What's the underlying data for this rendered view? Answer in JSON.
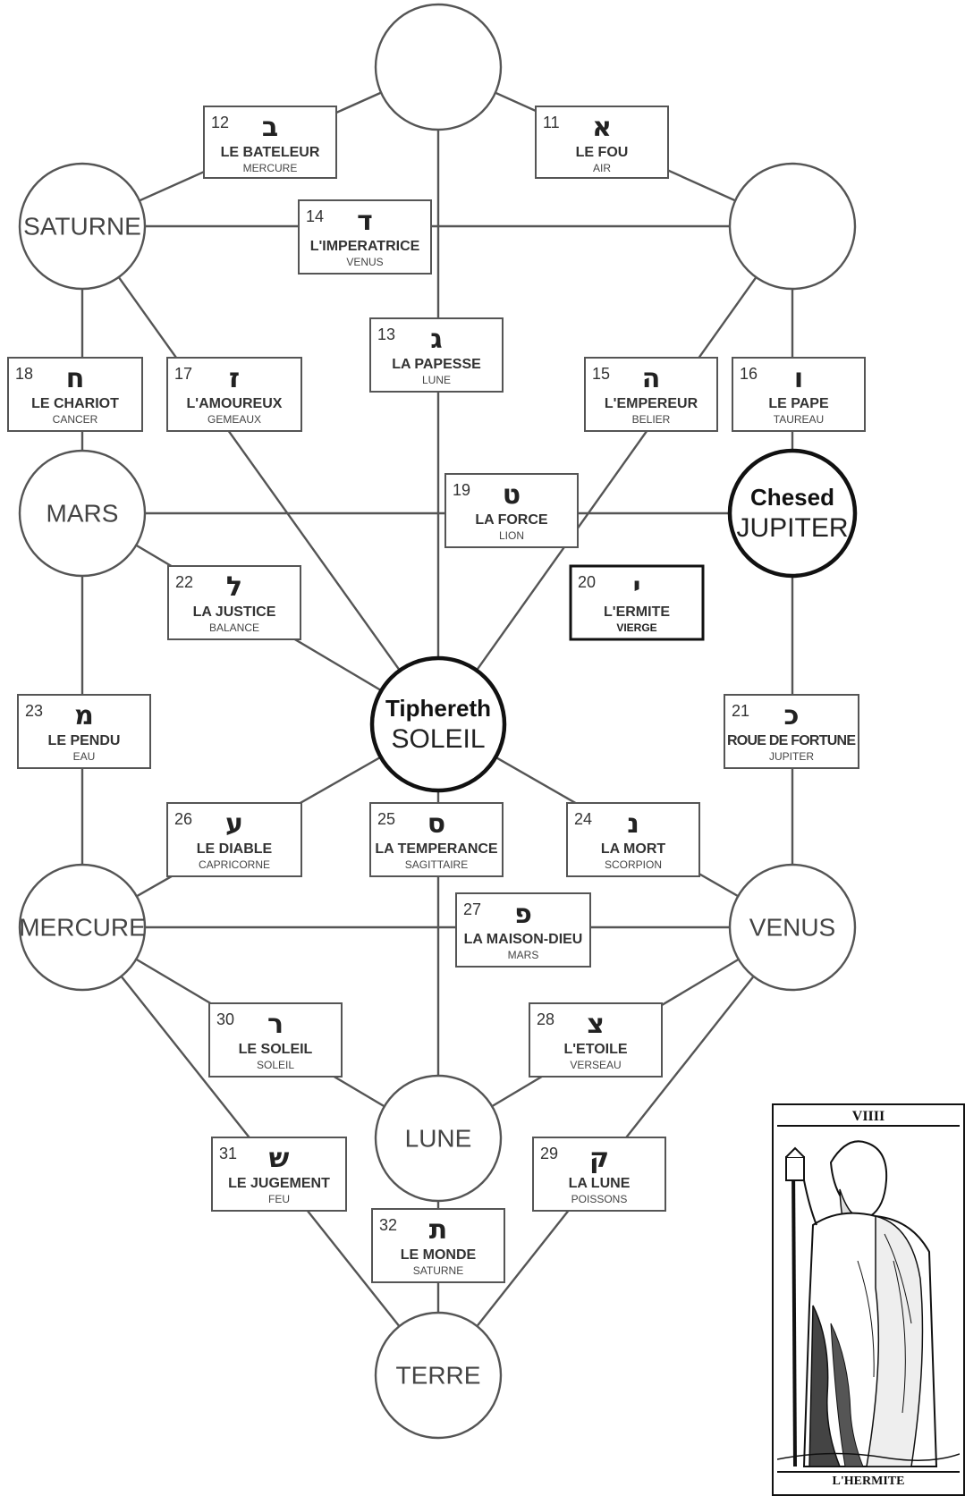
{
  "nodes": {
    "kether": {
      "label": ""
    },
    "saturne": {
      "label": "SATURNE"
    },
    "chokmah": {
      "label": ""
    },
    "mars": {
      "label": "MARS"
    },
    "jupiter": {
      "title": "Chesed",
      "label": "JUPITER"
    },
    "soleil": {
      "title": "Tiphereth",
      "label": "SOLEIL"
    },
    "mercure": {
      "label": "MERCURE"
    },
    "venus": {
      "label": "VENUS"
    },
    "lune": {
      "label": "LUNE"
    },
    "terre": {
      "label": "TERRE"
    }
  },
  "cards": [
    {
      "num": "11",
      "letter": "א",
      "name": "LE FOU",
      "attr": "AIR"
    },
    {
      "num": "12",
      "letter": "ב",
      "name": "LE BATELEUR",
      "attr": "MERCURE"
    },
    {
      "num": "13",
      "letter": "ג",
      "name": "LA PAPESSE",
      "attr": "LUNE"
    },
    {
      "num": "14",
      "letter": "ד",
      "name": "L'IMPERATRICE",
      "attr": "VENUS"
    },
    {
      "num": "15",
      "letter": "ה",
      "name": "L'EMPEREUR",
      "attr": "BELIER"
    },
    {
      "num": "16",
      "letter": "ו",
      "name": "LE PAPE",
      "attr": "TAUREAU"
    },
    {
      "num": "17",
      "letter": "ז",
      "name": "L'AMOUREUX",
      "attr": "GEMEAUX"
    },
    {
      "num": "18",
      "letter": "ח",
      "name": "LE CHARIOT",
      "attr": "CANCER"
    },
    {
      "num": "19",
      "letter": "ט",
      "name": "LA FORCE",
      "attr": "LION"
    },
    {
      "num": "20",
      "letter": "י",
      "name": "L'ERMITE",
      "attr": "VIERGE"
    },
    {
      "num": "21",
      "letter": "כ",
      "name": "ROUE DE FORTUNE",
      "attr": "JUPITER"
    },
    {
      "num": "22",
      "letter": "ל",
      "name": "LA JUSTICE",
      "attr": "BALANCE"
    },
    {
      "num": "23",
      "letter": "מ",
      "name": "LE PENDU",
      "attr": "EAU"
    },
    {
      "num": "24",
      "letter": "נ",
      "name": "LA MORT",
      "attr": "SCORPION"
    },
    {
      "num": "25",
      "letter": "ס",
      "name": "LA TEMPERANCE",
      "attr": "SAGITTAIRE"
    },
    {
      "num": "26",
      "letter": "ע",
      "name": "LE DIABLE",
      "attr": "CAPRICORNE"
    },
    {
      "num": "27",
      "letter": "פ",
      "name": "LA MAISON-DIEU",
      "attr": "MARS"
    },
    {
      "num": "28",
      "letter": "צ",
      "name": "L'ETOILE",
      "attr": "VERSEAU"
    },
    {
      "num": "29",
      "letter": "ק",
      "name": "LA LUNE",
      "attr": "POISSONS"
    },
    {
      "num": "30",
      "letter": "ר",
      "name": "LE SOLEIL",
      "attr": "SOLEIL"
    },
    {
      "num": "31",
      "letter": "ש",
      "name": "LE JUGEMENT",
      "attr": "FEU"
    },
    {
      "num": "32",
      "letter": "ת",
      "name": "LE MONDE",
      "attr": "SATURNE"
    }
  ],
  "highlight": {
    "card": "20",
    "from": "soleil",
    "to": "jupiter"
  },
  "tarot": {
    "number": "VIIII",
    "title": "L'HERMITE"
  },
  "colors": {
    "line": "#555555",
    "highlight": "#111111",
    "text": "#333333"
  }
}
